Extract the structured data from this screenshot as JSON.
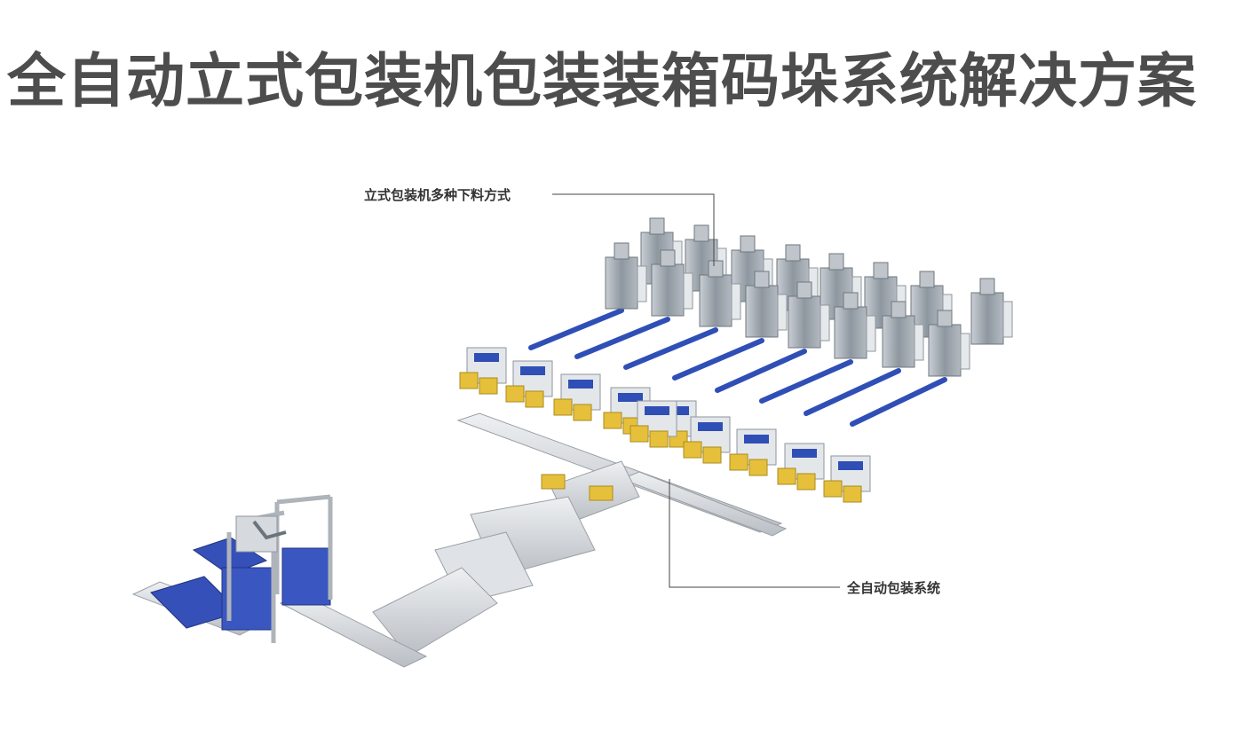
{
  "title": "全自动立式包装机包装装箱码垛系统解决方案",
  "callouts": {
    "feeding_methods": "立式包装机多种下料方式",
    "auto_packaging_system": "全自动包装系统"
  },
  "colors": {
    "title": "#4d4d4d",
    "frame": "#bfc4ca",
    "machine_body": "#9aa3ab",
    "conveyor_belt": "#2f4fb7",
    "pallet": "#3550b8",
    "carton": "#e7c03b",
    "leader_line": "#444444"
  }
}
